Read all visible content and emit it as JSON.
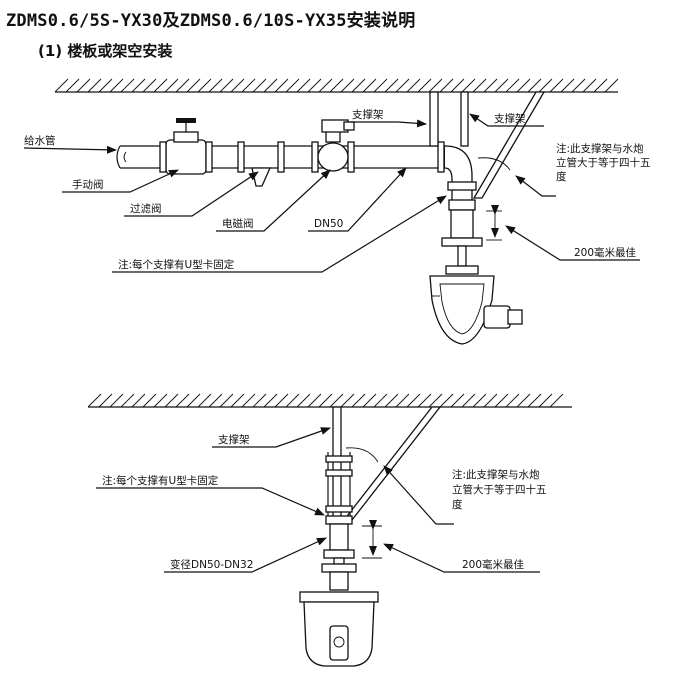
{
  "title": "ZDMS0.6/5S-YX30及ZDMS0.6/10S-YX35安装说明",
  "subtitle": "(1) 楼板或架空安装",
  "diagram1": {
    "labels": {
      "water_supply": "给水管",
      "manual_valve": "手动阀",
      "filter_valve": "过滤阀",
      "solenoid_valve": "电磁阀",
      "dn50": "DN50",
      "support_1": "支撑架",
      "support_2": "支撑架",
      "note_angle_l1": "注:此支撑架与水炮",
      "note_angle_l2": "立管大于等于四十五",
      "note_angle_l3": "度",
      "u_clamp_note": "注:每个支撑有U型卡固定",
      "distance": "200毫米最佳"
    }
  },
  "diagram2": {
    "labels": {
      "support": "支撑架",
      "u_clamp_note": "注:每个支撑有U型卡固定",
      "reducer": "变径DN50-DN32",
      "note_angle_l1": "注:此支撑架与水炮",
      "note_angle_l2": "立管大于等于四十五",
      "note_angle_l3": "度",
      "distance": "200毫米最佳"
    }
  }
}
